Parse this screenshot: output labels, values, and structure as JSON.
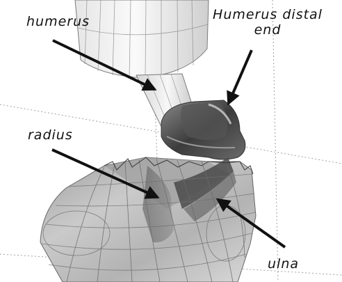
{
  "labels": {
    "humerus": "humerus",
    "humerus_distal_end_line1": "Humerus distal",
    "humerus_distal_end_line2": "end",
    "radius": "radius",
    "ulna": "ulna"
  },
  "colors": {
    "background": "#ffffff",
    "grid": "#a0a0a0",
    "mesh": "#6a6a6a",
    "arrow": "#111111",
    "text": "#111111"
  }
}
